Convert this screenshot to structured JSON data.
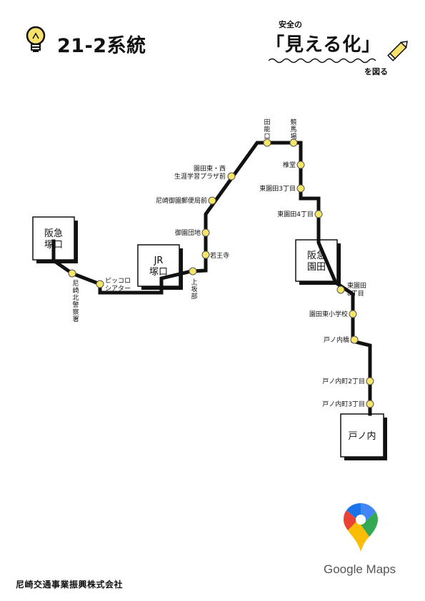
{
  "header": {
    "route_title": "21-2系統",
    "slogan": {
      "top": "安全の",
      "main": "「見える化」",
      "bottom": "を図る"
    }
  },
  "terminals": [
    {
      "id": "hankyu-tsukaguchi",
      "lines": [
        "阪急",
        "塚口"
      ]
    },
    {
      "id": "jr-tsukaguchi",
      "lines": [
        "JR",
        "塚口"
      ]
    },
    {
      "id": "hankyu-sonoda",
      "lines": [
        "阪急",
        "園田"
      ]
    },
    {
      "id": "tonouchi",
      "lines": [
        "戸ノ内"
      ]
    }
  ],
  "stops": [
    {
      "id": "amagasaki-kita-police",
      "label": [
        "尼崎北警察署"
      ],
      "vertical": true
    },
    {
      "id": "piccolo-theater",
      "label": [
        "ピッコロ",
        "シアター"
      ]
    },
    {
      "id": "kamisakabe",
      "label": [
        "上坂部"
      ],
      "vertical": true
    },
    {
      "id": "wakaoji",
      "label": [
        "若王寺"
      ]
    },
    {
      "id": "misono-danchi",
      "label": [
        "御園団地"
      ]
    },
    {
      "id": "amagasaki-misono-post",
      "label": [
        "尼崎御園郵便局前"
      ]
    },
    {
      "id": "sonoda-higashi-nishi",
      "label": [
        "園田東・西",
        "生涯学習プラザ前"
      ]
    },
    {
      "id": "tanoguchi",
      "label": [
        "田能口"
      ],
      "vertical": true
    },
    {
      "id": "keibajo",
      "label": [
        "競馬場"
      ],
      "vertical": true
    },
    {
      "id": "shiido",
      "label": [
        "椎堂"
      ]
    },
    {
      "id": "higashisonoda-3",
      "label": [
        "東園田3丁目"
      ]
    },
    {
      "id": "higashisonoda-4",
      "label": [
        "東園田4丁目"
      ]
    },
    {
      "id": "higashisonoda-8",
      "label": [
        "東園田",
        "8丁目"
      ]
    },
    {
      "id": "sonoda-higashi-school",
      "label": [
        "園田東小学校"
      ]
    },
    {
      "id": "tonouchi-bashi",
      "label": [
        "戸ノ内橋"
      ]
    },
    {
      "id": "tonouchi-2",
      "label": [
        "戸ノ内町2丁目"
      ]
    },
    {
      "id": "tonouchi-3",
      "label": [
        "戸ノ内町3丁目"
      ]
    }
  ],
  "colors": {
    "route_line": "#111111",
    "stop_fill": "#f5e66a",
    "stop_stroke": "#555555",
    "terminal_fill": "#ffffff",
    "bulb_fill": "#f7e26b",
    "pencil_fill": "#f7e26b"
  },
  "footer": {
    "company": "尼崎交通事業振興株式会社",
    "maps_brand": "Google Maps"
  }
}
